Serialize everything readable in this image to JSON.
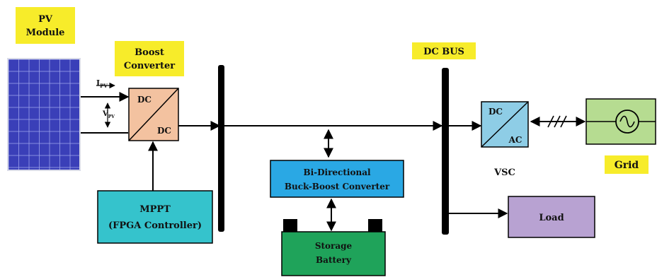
{
  "labels": {
    "pv_module_line1": "PV",
    "pv_module_line2": "Module",
    "boost_line1": "Boost",
    "boost_line2": "Converter",
    "dc_bus": "DC BUS",
    "vsc": "VSC",
    "grid": "Grid"
  },
  "blocks": {
    "boost_top": "DC",
    "boost_bottom": "DC",
    "mppt_line1": "MPPT",
    "mppt_line2": "(FPGA Controller)",
    "bidir_line1": "Bi-Directional",
    "bidir_line2": "Buck-Boost Converter",
    "battery_line1": "Storage",
    "battery_line2": "Battery",
    "vsc_top": "DC",
    "vsc_bottom": "AC",
    "load": "Load"
  },
  "signals": {
    "ipv_main": "I",
    "ipv_sub": "PV",
    "vpv_main": "V",
    "vpv_sub": "PV"
  },
  "colors": {
    "label_bg": "#f7ec2a",
    "boost_fill": "#f3c2a0",
    "mppt_fill": "#35c3cc",
    "bidir_fill": "#2aa8e4",
    "battery_fill": "#1fa35a",
    "vsc_fill": "#8ecde6",
    "load_fill": "#b8a2d2",
    "grid_fill": "#b6dc91",
    "pv_cell": "#3a3fb8"
  }
}
